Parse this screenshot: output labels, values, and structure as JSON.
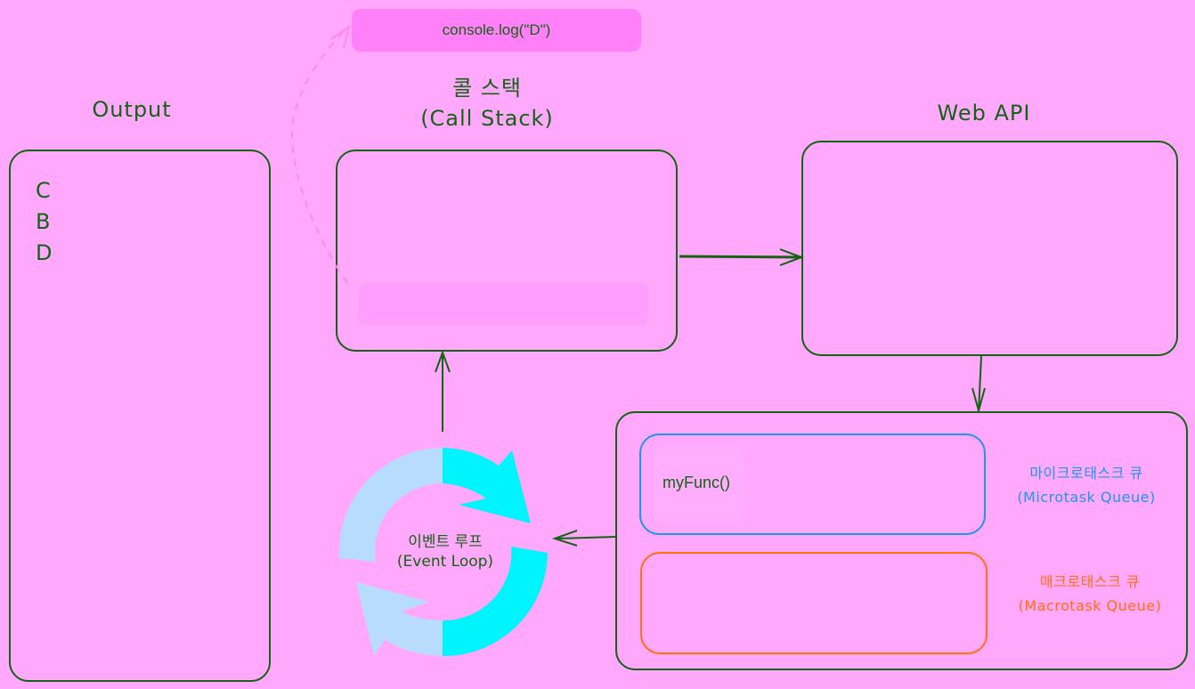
{
  "note": {
    "text": "console.log(\"D\")"
  },
  "output": {
    "title": "Output",
    "lines": [
      "C",
      "B",
      "D"
    ]
  },
  "call_stack": {
    "title_ko": "콜 스택",
    "title_en": "(Call Stack)"
  },
  "web_api": {
    "title": "Web API"
  },
  "event_loop": {
    "label_ko": "이벤트 루프",
    "label_en": "(Event Loop)"
  },
  "microtask_queue": {
    "label_ko": "마이크로태스크 큐",
    "label_en": "(Microtask Queue)",
    "items": [
      "myFunc()"
    ],
    "color": "#1e96f0"
  },
  "macrotask_queue": {
    "label_ko": "매크로태스크 큐",
    "label_en": "(Macrotask Queue)",
    "items": [],
    "color": "#ff7010"
  },
  "colors": {
    "stroke": "#146314",
    "background": "#ffa8fc",
    "loop_light": "#b8dcfc",
    "loop_cyan": "#00f4fc"
  }
}
